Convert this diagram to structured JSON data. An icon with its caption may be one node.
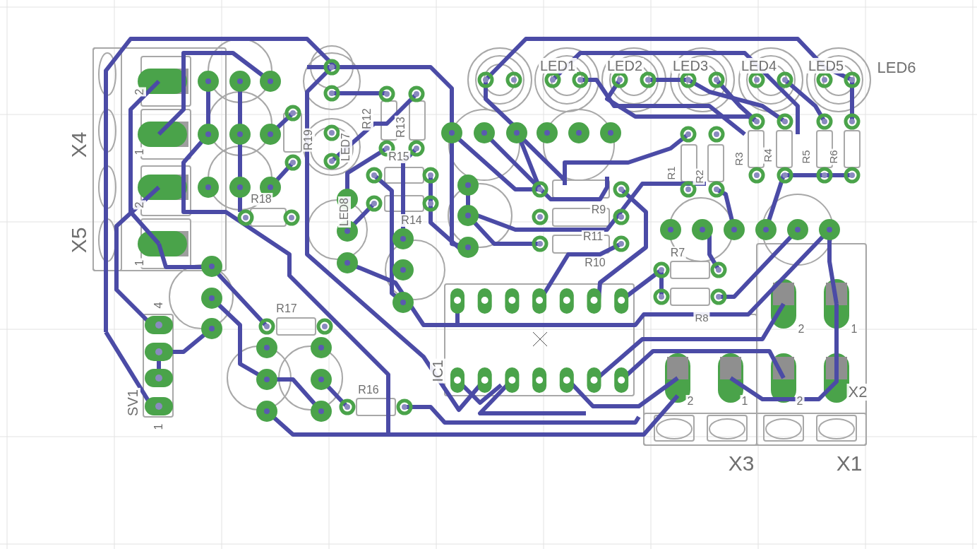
{
  "diagram": {
    "labels": [
      "LED1",
      "LED2",
      "LED3",
      "LED4",
      "LED5",
      "LED6",
      "X4",
      "2",
      "1",
      "R19",
      "LED7",
      "R12",
      "R13",
      "R15",
      "R1",
      "R2",
      "R3",
      "R4",
      "R5",
      "R6",
      "2",
      "LED8",
      "R18",
      "R9",
      "R14",
      "X5",
      "1",
      "R11",
      "R7",
      "R10",
      "4",
      "R17",
      "R8",
      "2",
      "1",
      "IC1",
      "R16",
      "SV1",
      "1",
      "X2",
      "2",
      "1",
      "2",
      "X3",
      "X1"
    ]
  }
}
